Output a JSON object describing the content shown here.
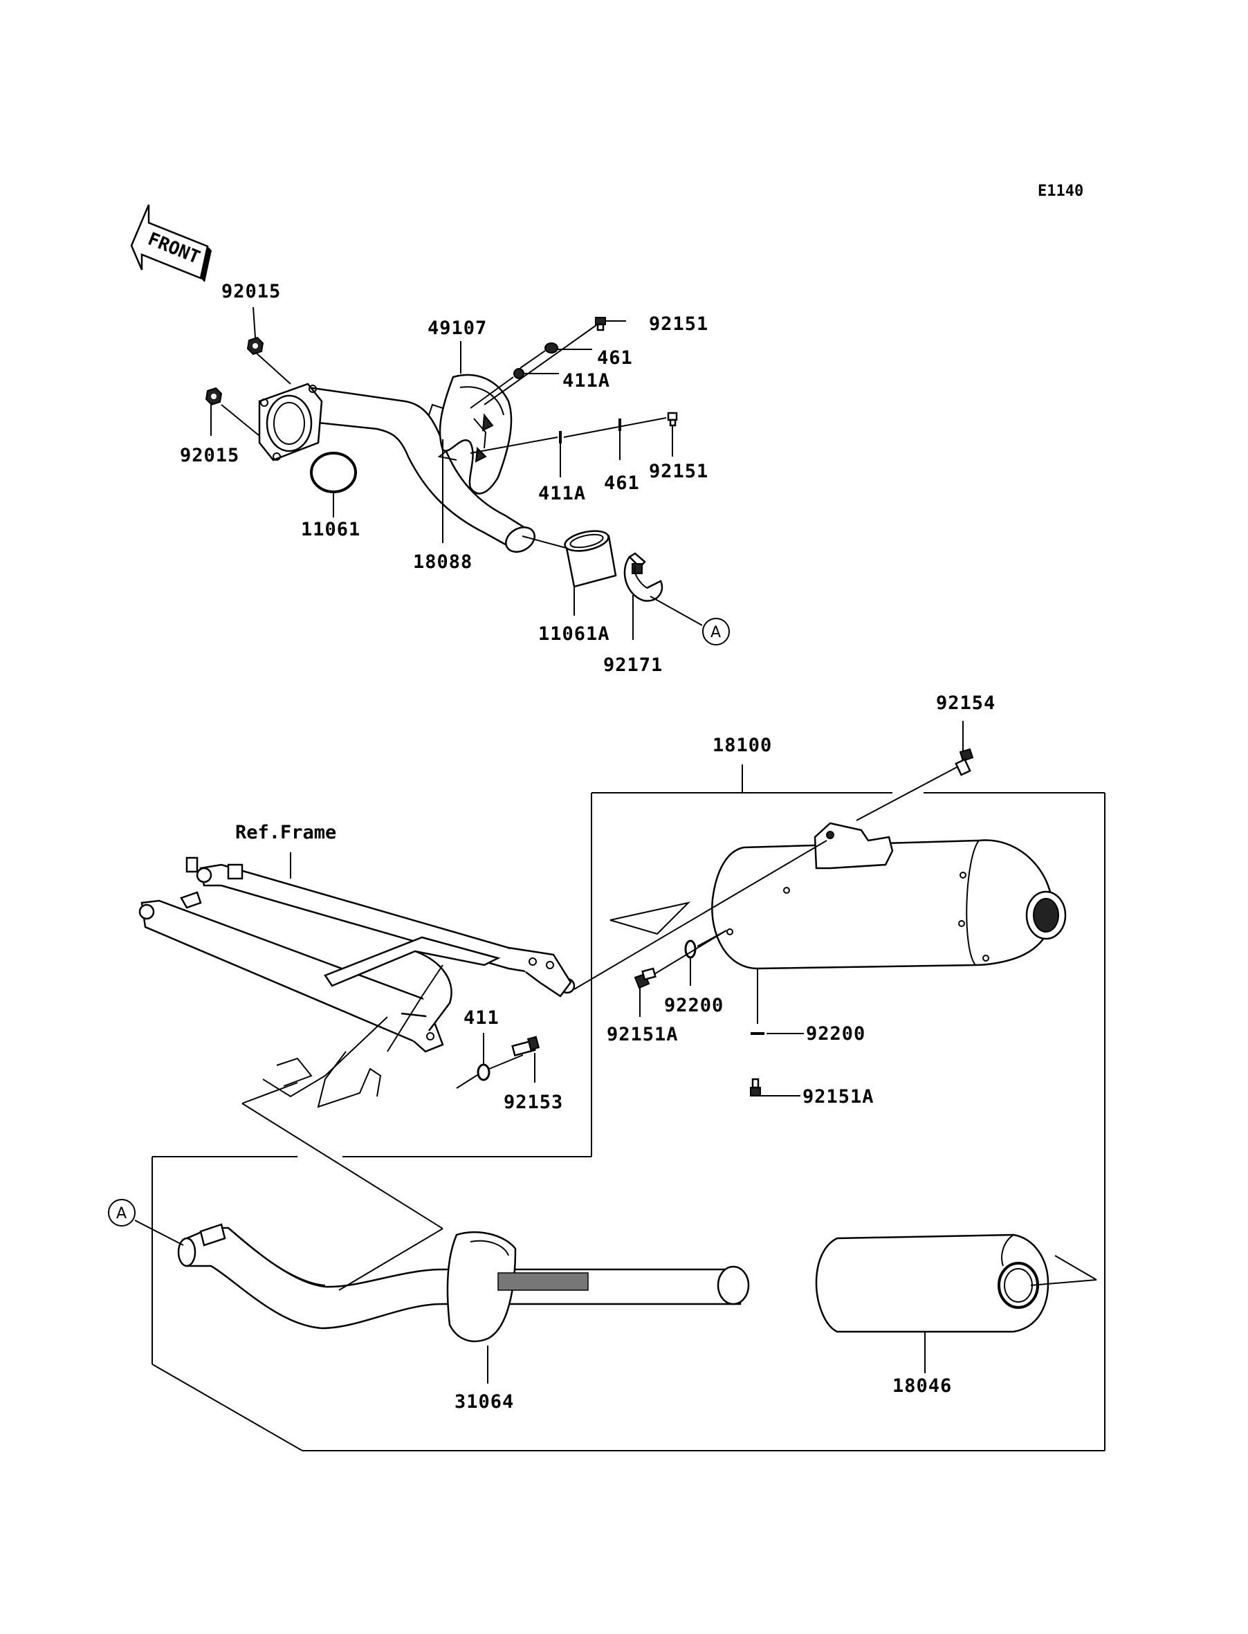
{
  "diagram_code": "E1140",
  "front_arrow_label": "FRONT",
  "reference_label": "Ref.Frame",
  "callout_a": "A",
  "parts": {
    "p92015_top": "92015",
    "p92015_left": "92015",
    "p11061": "11061",
    "p18088": "18088",
    "p49107": "49107",
    "p92151_top": "92151",
    "p461_top": "461",
    "p411a_top": "411A",
    "p411a_bot": "411A",
    "p461_bot": "461",
    "p92151_mid": "92151",
    "p11061a": "11061A",
    "p92171": "92171",
    "p92154": "92154",
    "p18100": "18100",
    "p92200_a": "92200",
    "p92151a_a": "92151A",
    "p92200_b": "92200",
    "p92151a_b": "92151A",
    "p411": "411",
    "p92153": "92153",
    "p31064": "31064",
    "p18046": "18046"
  }
}
